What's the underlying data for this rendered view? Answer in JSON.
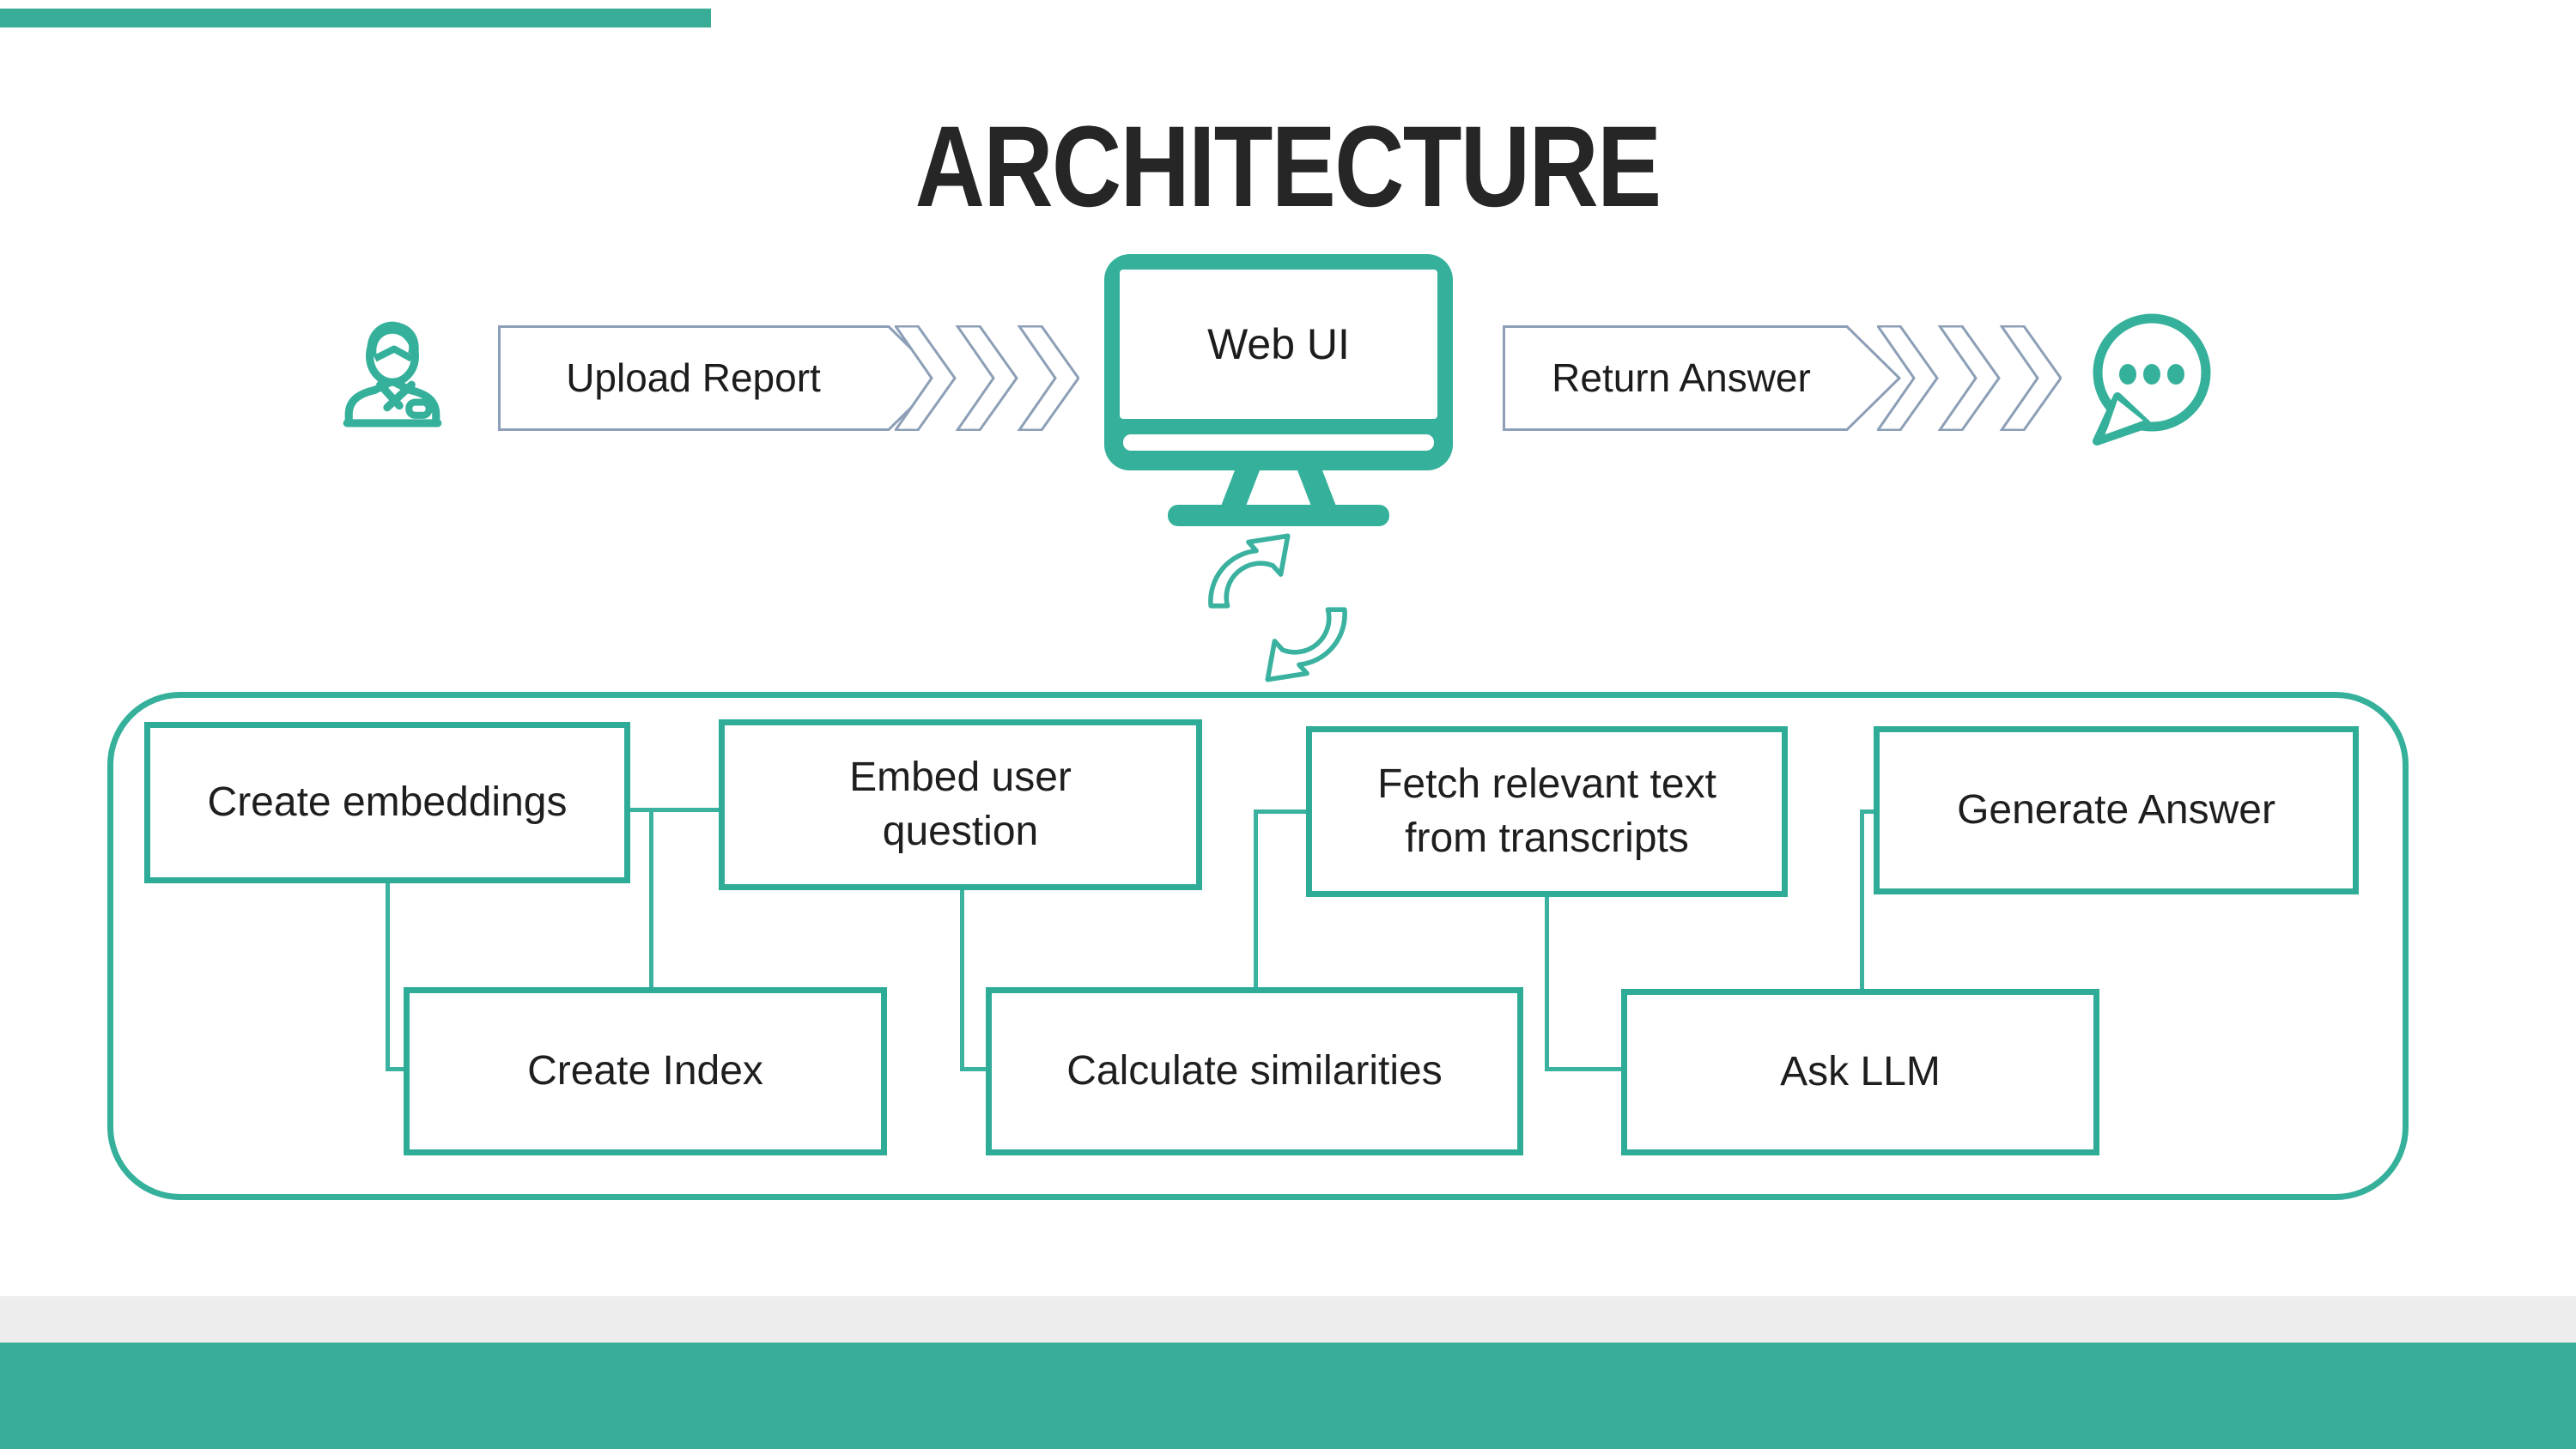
{
  "slide": {
    "title": "ARCHITECTURE"
  },
  "colors": {
    "teal": "#35b09b",
    "teal_bar": "#39ac98",
    "connector": "#3bb2a0",
    "chevron_border": "#8c9fb6",
    "gray_bar": "#ededed",
    "text": "#1e1e1e"
  },
  "flow": {
    "upload_label": "Upload Report",
    "web_ui_label": "Web UI",
    "return_label": "Return Answer"
  },
  "pipeline": {
    "boxes": [
      {
        "label": "Create embeddings"
      },
      {
        "label": "Embed user\nquestion"
      },
      {
        "label": "Fetch relevant text\nfrom transcripts"
      },
      {
        "label": "Generate Answer"
      },
      {
        "label": "Create Index"
      },
      {
        "label": "Calculate similarities"
      },
      {
        "label": "Ask LLM"
      }
    ]
  }
}
